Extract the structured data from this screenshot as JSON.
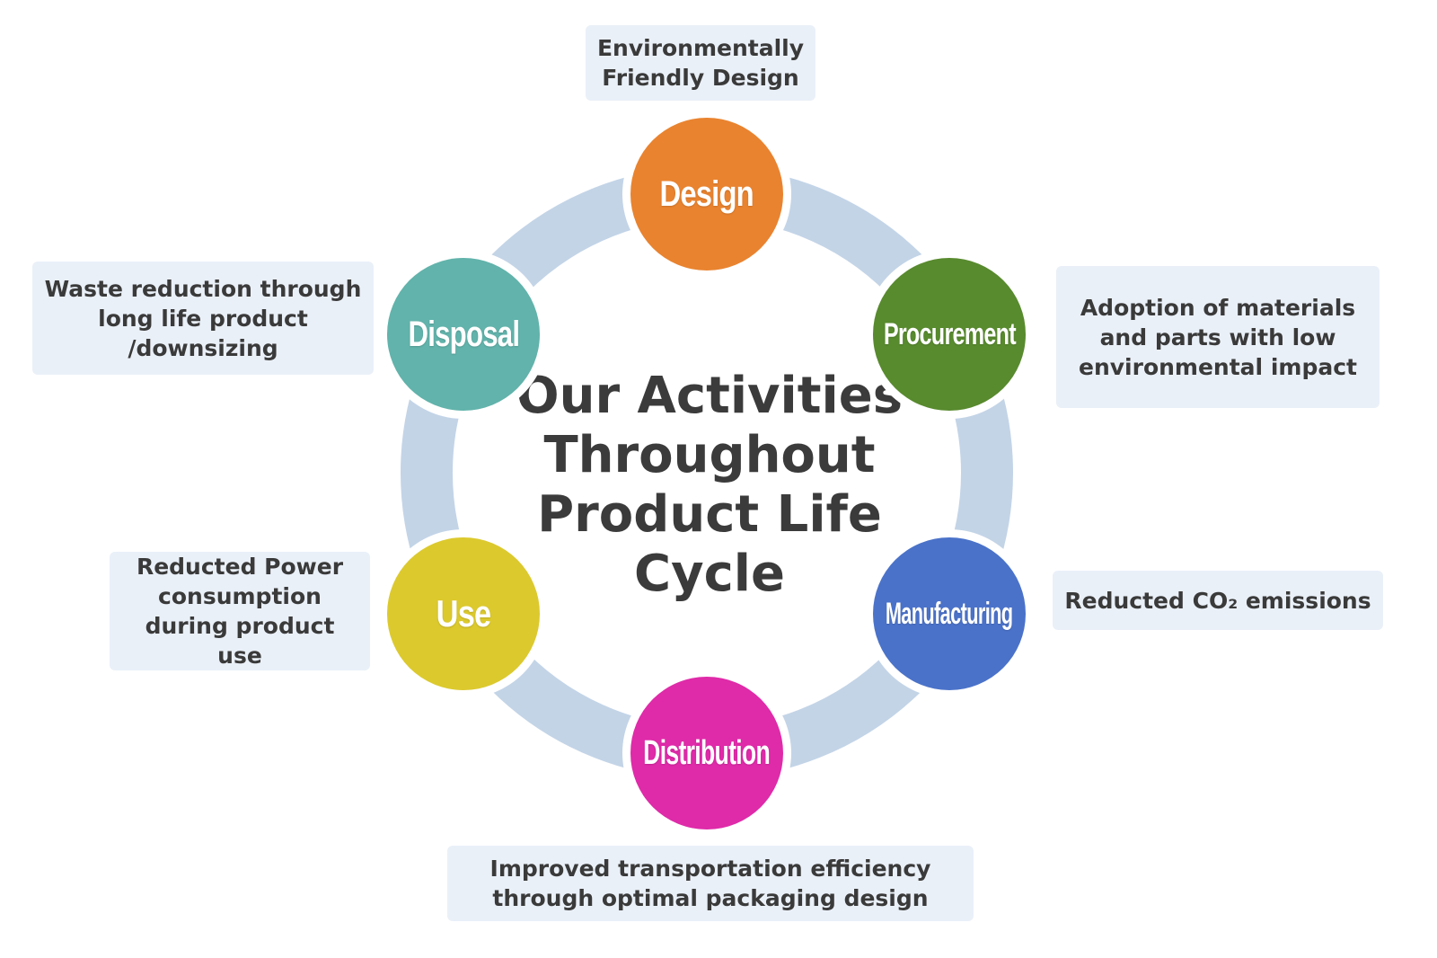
{
  "title": "Our Activities\nThroughout\nProduct Life Cycle",
  "stages": [
    {
      "label": "Design",
      "color": "#e9832f",
      "note": "Environmentally\nFriendly Design"
    },
    {
      "label": "Procurement",
      "color": "#588a2e",
      "note": "Adoption of materials\nand parts with low\nenvironmental impact"
    },
    {
      "label": "Manufacturing",
      "color": "#4a72c9",
      "note": "Reducted CO₂ emissions"
    },
    {
      "label": "Distribution",
      "color": "#df2aa9",
      "note": "Improved transportation efficiency\nthrough optimal packaging design"
    },
    {
      "label": "Use",
      "color": "#dcc92d",
      "note": "Reducted Power\nconsumption\nduring product use"
    },
    {
      "label": "Disposal",
      "color": "#61b3ab",
      "note": "Waste reduction through\nlong life product\n/downsizing"
    }
  ],
  "colors": {
    "ring": "#c3d4e7",
    "box_bg": "#eaf0f8"
  }
}
